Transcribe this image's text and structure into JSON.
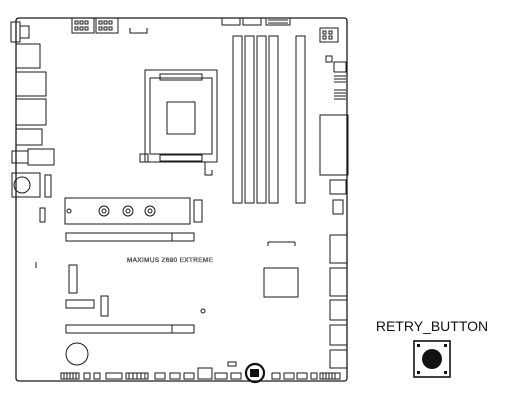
{
  "diagram": {
    "board_model_label": "MAXIMUS Z690 EXTREME",
    "callout_label": "RETRY_BUTTON",
    "highlight_marker": "circle",
    "button_icon": "tactile-push-button-icon"
  },
  "colors": {
    "line": "#1a1a1a",
    "background": "#ffffff"
  }
}
